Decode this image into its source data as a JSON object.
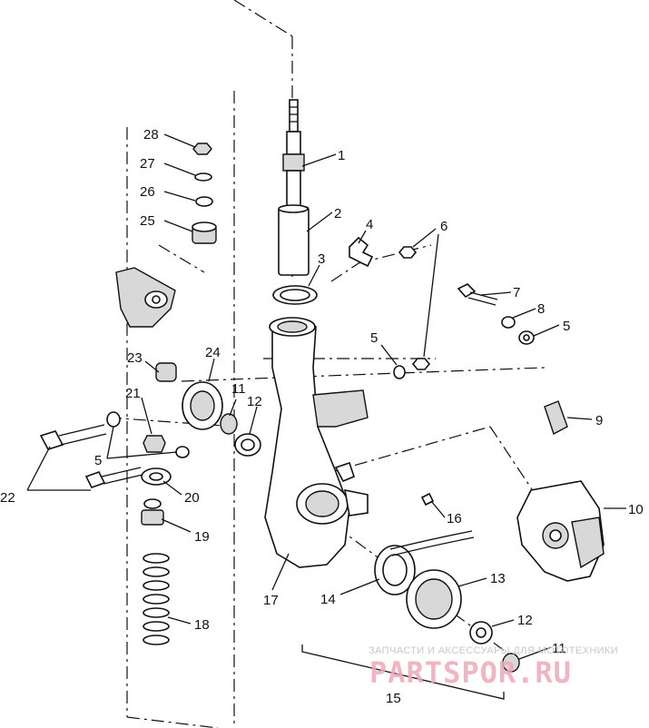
{
  "labels": {
    "l1": "1",
    "l2": "2",
    "l3": "3",
    "l4": "4",
    "l5a": "5",
    "l5b": "5",
    "l5c": "5",
    "l6": "6",
    "l7": "7",
    "l8": "8",
    "l9": "9",
    "l10": "10",
    "l11a": "11",
    "l11b": "11",
    "l12a": "12",
    "l12b": "12",
    "l13": "13",
    "l14": "14",
    "l15": "15",
    "l16": "16",
    "l17": "17",
    "l18": "18",
    "l19": "19",
    "l20": "20",
    "l21": "21",
    "l22": "22",
    "l23": "23",
    "l24": "24",
    "l25": "25",
    "l26": "26",
    "l27": "27",
    "l28": "28"
  },
  "watermark": {
    "line1": "ЗАПЧАСТИ И АКСЕССУАРЫ ДЛЯ МОТОТЕХНИКИ",
    "line2": "PARTSPOR.RU"
  }
}
